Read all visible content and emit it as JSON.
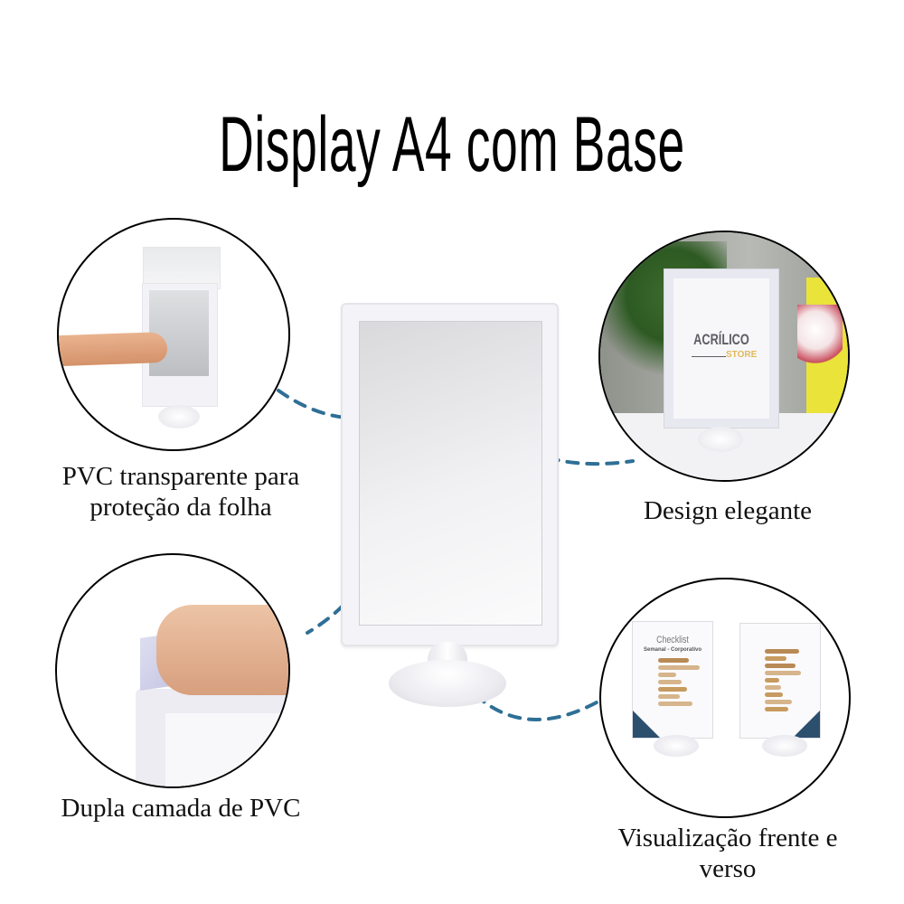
{
  "title": "Display A4 com Base",
  "colors": {
    "dash_line": "#2f6f96",
    "frame_white": "#f4f4f8",
    "circle_border": "#000000",
    "brand_gray": "#5d5d63",
    "brand_gold": "#e2b95a",
    "checklist_tan": "#c79a5f",
    "checklist_navy": "#2c4f6e"
  },
  "features": [
    {
      "id": "pvc-protection",
      "label_line1": "PVC transparente para",
      "label_line2": "proteção da folha"
    },
    {
      "id": "elegant-design",
      "label_line1": "Design elegante"
    },
    {
      "id": "double-layer",
      "label_line1": "Dupla camada de PVC"
    },
    {
      "id": "front-back",
      "label_line1": "Visualização frente e",
      "label_line2": "verso"
    }
  ],
  "brand_card": {
    "name": "ACRÍLICO",
    "sub": "STORE"
  },
  "checklist_card": {
    "title": "Checklist",
    "subtitle": "Semanal - Corporativo"
  }
}
